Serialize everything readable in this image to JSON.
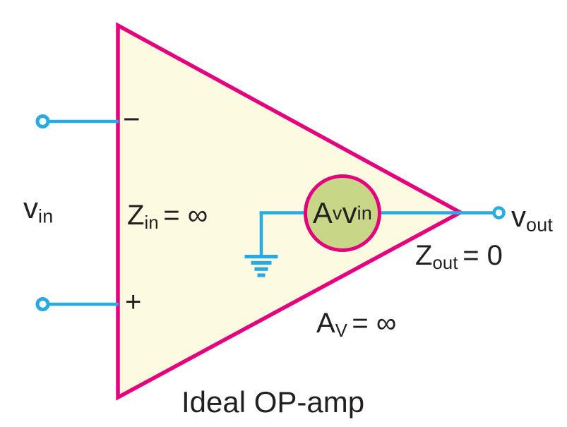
{
  "diagram": {
    "caption": "Ideal OP-amp",
    "colors": {
      "wire": "#29abe2",
      "outline": "#e5007d",
      "body_fill": "#fcfae1",
      "source_fill": "#c7d787",
      "text": "#231f20",
      "background": "#ffffff"
    },
    "labels": {
      "vin": {
        "base": "v",
        "sub": "in"
      },
      "vout": {
        "base": "v",
        "sub": "out"
      },
      "zin": {
        "base": "Z",
        "sub": "in",
        "eq": "= ∞"
      },
      "zout": {
        "base": "Z",
        "sub": "out",
        "eq": "= 0"
      },
      "gain": {
        "base": "A",
        "sub": "V",
        "eq": "= ∞"
      },
      "source": {
        "a": "A",
        "a_sub": "v",
        "v": "v",
        "v_sub": "in"
      },
      "inverting": "−",
      "noninverting": "+"
    }
  }
}
